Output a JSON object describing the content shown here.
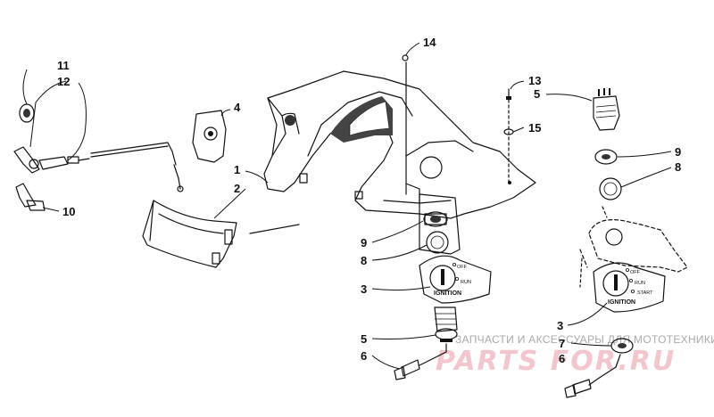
{
  "callouts": {
    "c1": "1",
    "c2": "2",
    "c3a": "3",
    "c3b": "3",
    "c4": "4",
    "c5a": "5",
    "c5b": "5",
    "c6a": "6",
    "c6b": "6",
    "c7": "7",
    "c8a": "8",
    "c8b": "8",
    "c9a": "9",
    "c9b": "9",
    "c10": "10",
    "c11": "11",
    "c12": "12",
    "c13": "13",
    "c14": "14",
    "c15": "15"
  },
  "plates": {
    "left": {
      "title": "IGNITION",
      "off": "OFF",
      "run": "RUN"
    },
    "right": {
      "title": "IGNITION",
      "off": "OFF",
      "run": "RUN",
      "start": "START"
    }
  },
  "watermark": {
    "line": "ЗАПЧАСТИ И АКСЕССУАРЫ ДЛЯ МОТОТЕХНИКИ",
    "brand": "PARTS FOR.RU"
  },
  "colors": {
    "ink": "#111111",
    "watermark_grey": "#a9a9a9",
    "watermark_pink": "#f2c6cc"
  }
}
